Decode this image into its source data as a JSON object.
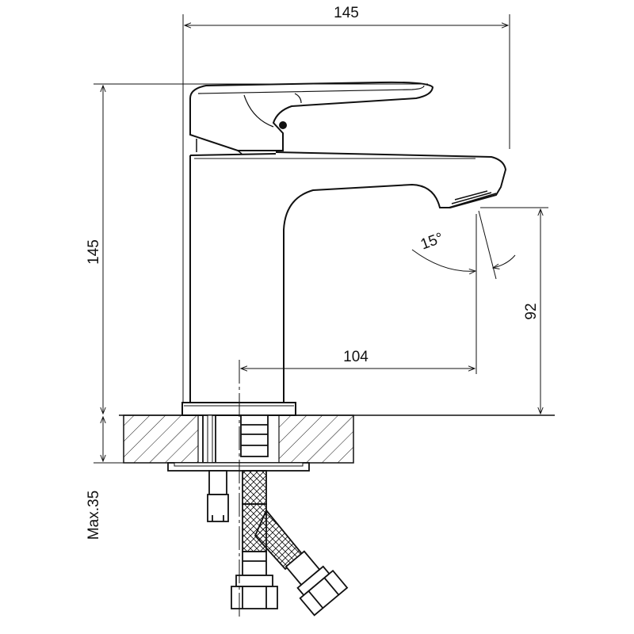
{
  "dimensions": {
    "overall_width": "145",
    "overall_height": "145",
    "spout_reach": "104",
    "spout_height": "92",
    "spout_angle": "15°",
    "max_deck_thickness": "Max.35"
  }
}
